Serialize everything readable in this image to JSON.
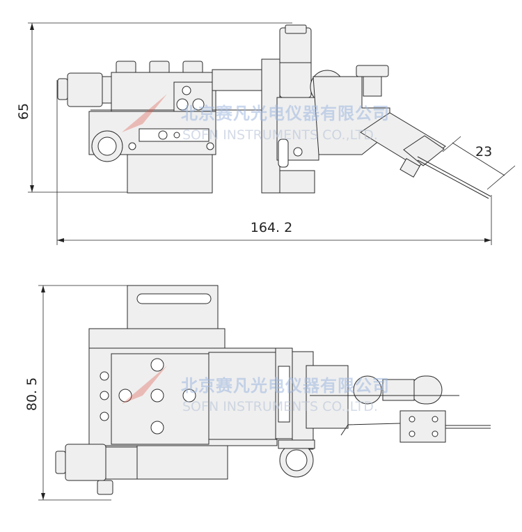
{
  "dimensions": {
    "top_height": "65",
    "top_width": "164. 2",
    "top_angle_length": "23",
    "bottom_height": "80. 5"
  },
  "watermark": {
    "company_cn": "北京赛凡光电仪器有限公司",
    "company_en": "SOFN INSTRUMENTS CO.,LTD."
  },
  "colors": {
    "line": "#2a2a2a",
    "part_fill": "#efefef",
    "watermark_blue": "#9fb8e0",
    "watermark_red": "#e05a4a"
  }
}
